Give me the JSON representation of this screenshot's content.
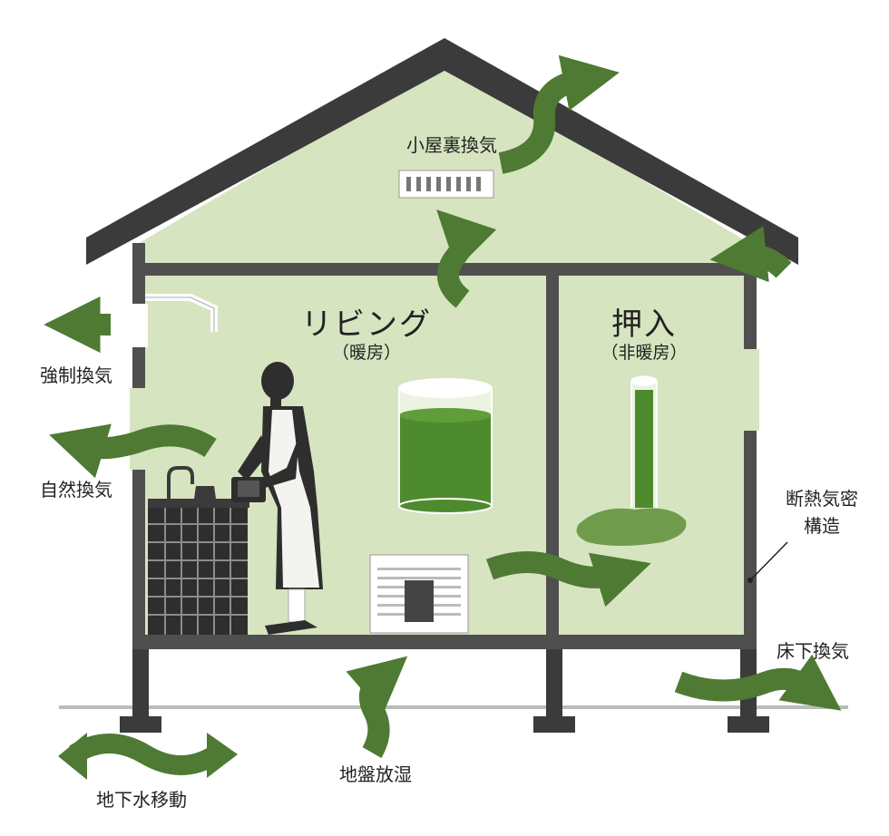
{
  "labels": {
    "attic_vent": "小屋裏換気",
    "living_room": "リビング",
    "living_room_note": "（暖房）",
    "closet": "押入",
    "closet_note": "（非暖房）",
    "forced_ventilation": "強制換気",
    "natural_ventilation": "自然換気",
    "insulation_line1": "断熱気密",
    "insulation_line2": "構造",
    "underfloor_ventilation": "床下換気",
    "ground_moisture": "地盤放湿",
    "groundwater_movement": "地下水移動"
  },
  "colors": {
    "wall_fill": "#d7e4c0",
    "structure": "#4f4f4f",
    "arrow": "#4e7a33",
    "water": "#4e8a2e",
    "ground_line": "#b8bdb8"
  }
}
